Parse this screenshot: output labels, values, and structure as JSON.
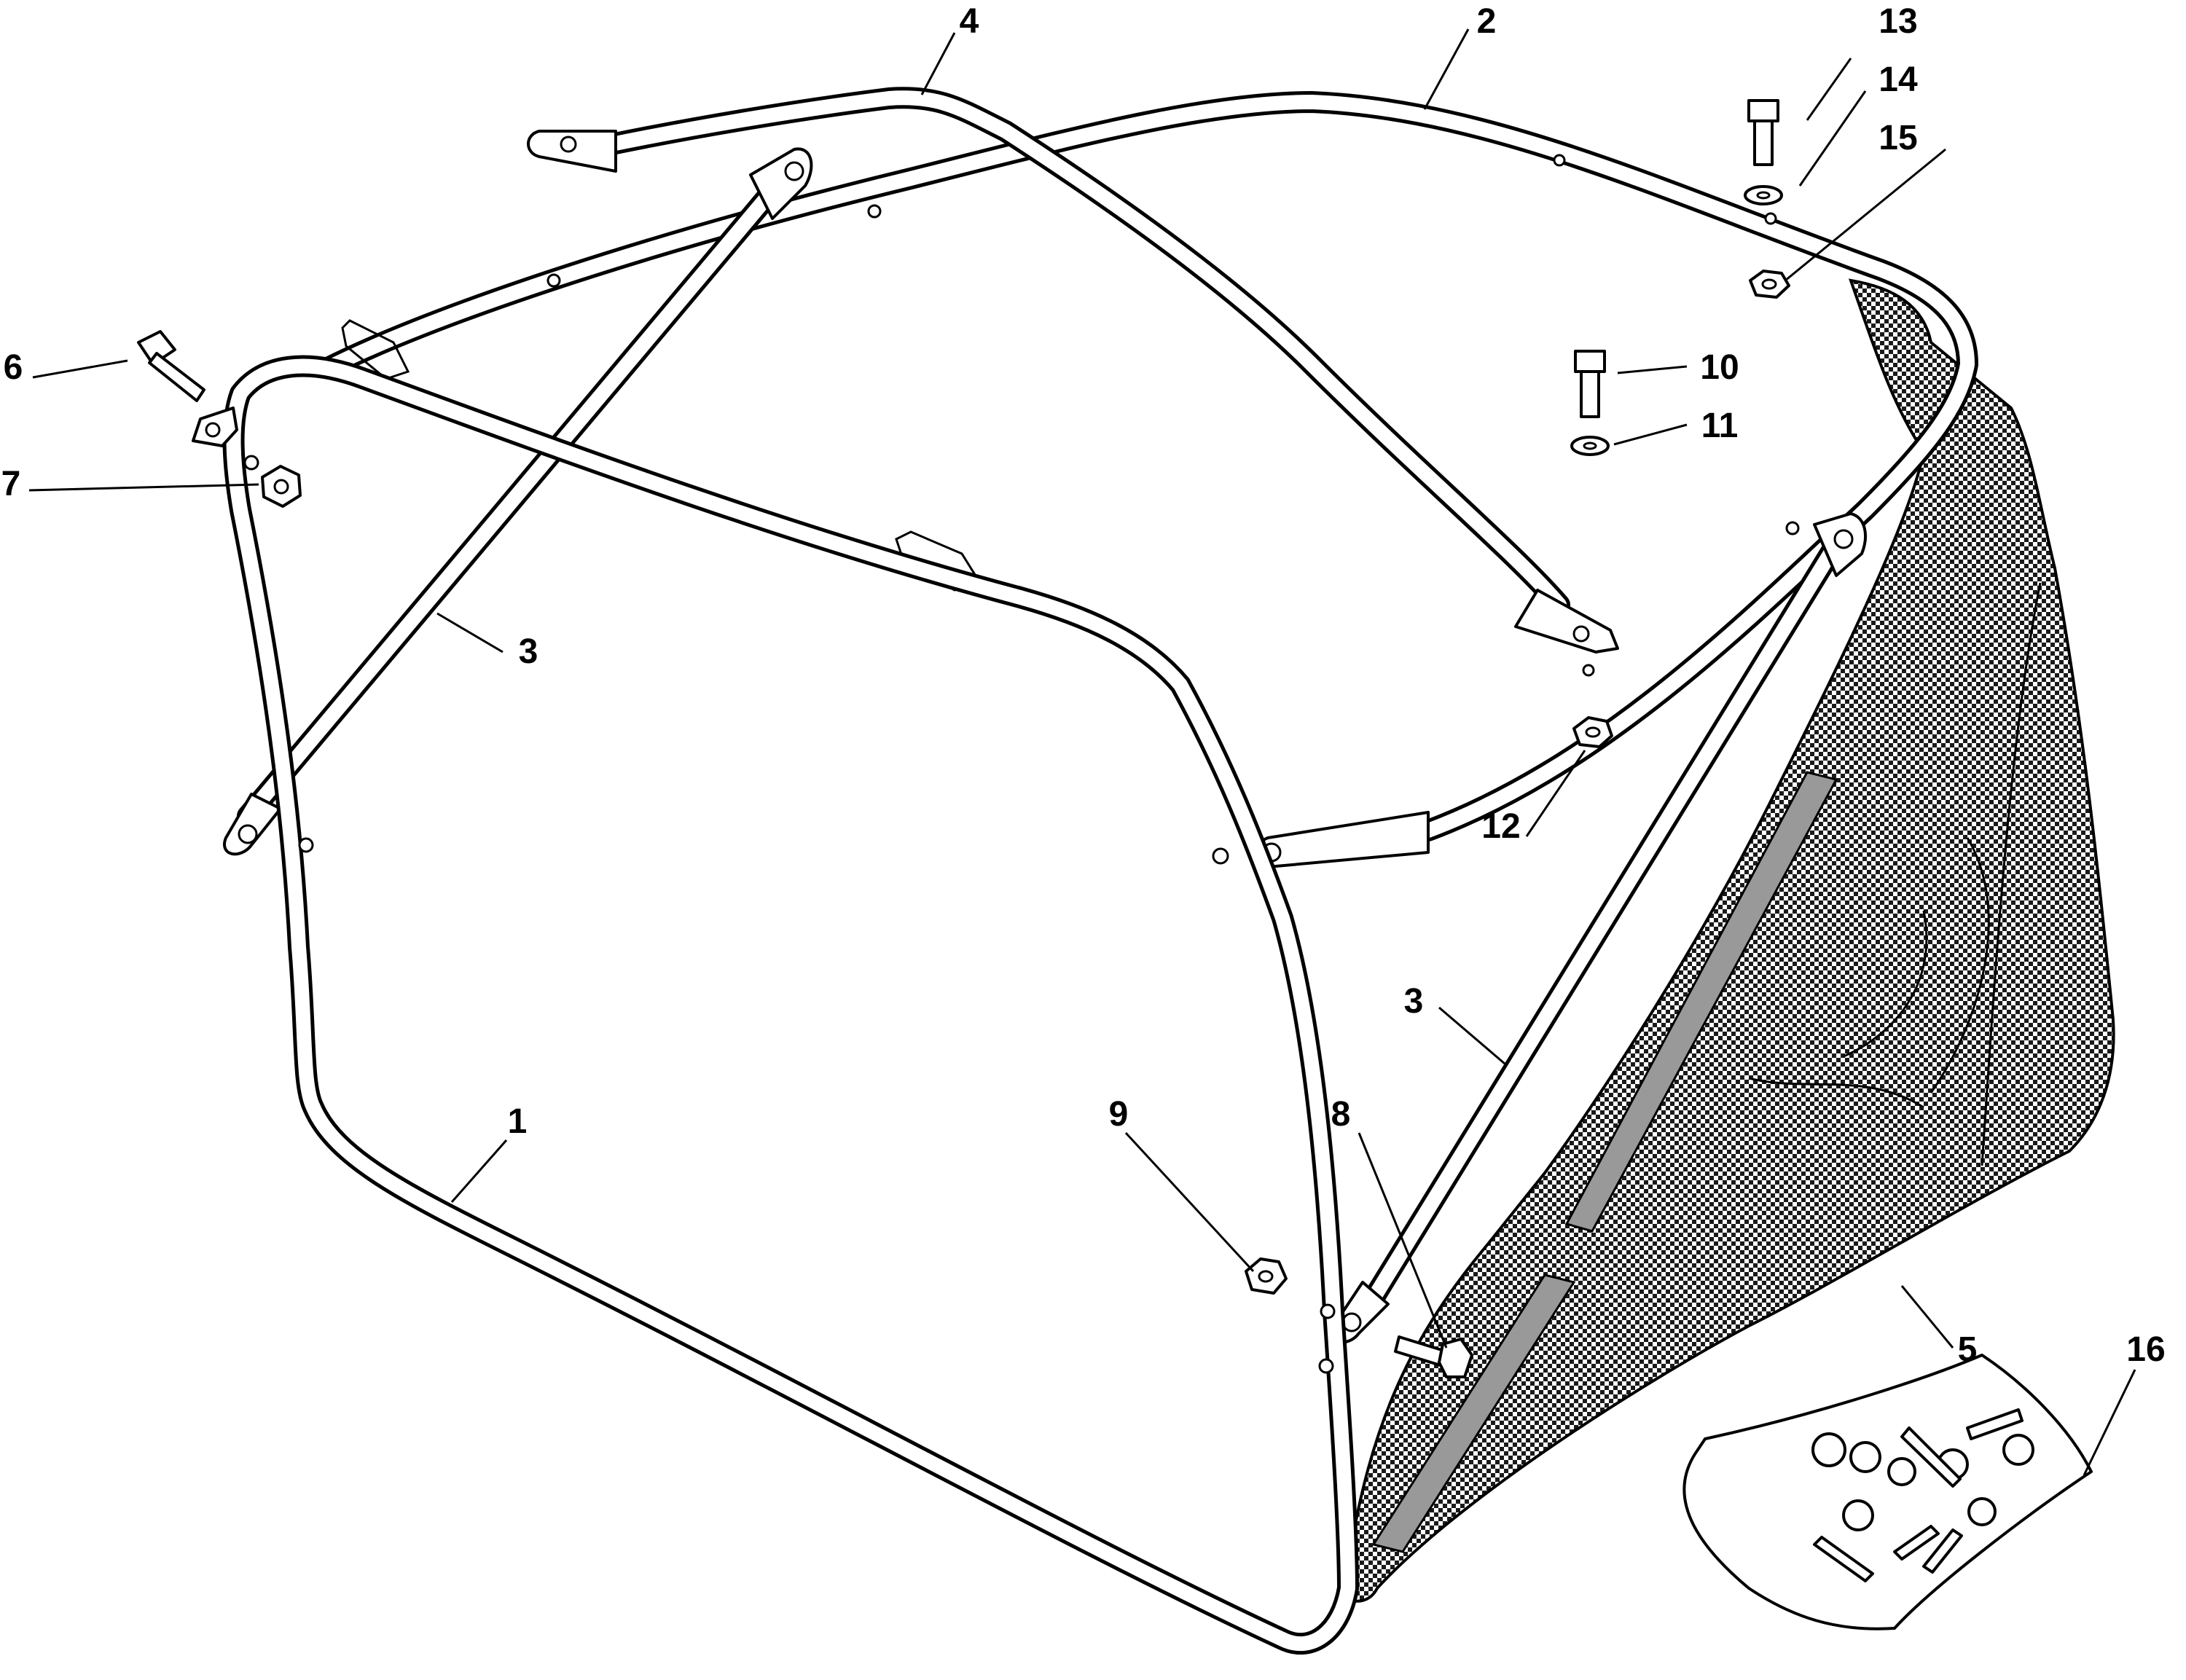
{
  "callouts": {
    "c1": "1",
    "c2": "2",
    "c3a": "3",
    "c3b": "3",
    "c4": "4",
    "c5": "5",
    "c6": "6",
    "c7": "7",
    "c8": "8",
    "c9": "9",
    "c10": "10",
    "c11": "11",
    "c12": "12",
    "c13": "13",
    "c14": "14",
    "c15": "15",
    "c16": "16"
  },
  "colors": {
    "line": "#000000",
    "background": "#ffffff",
    "mesh_dark": "#1a1a1a",
    "strip_grey": "#999999"
  }
}
